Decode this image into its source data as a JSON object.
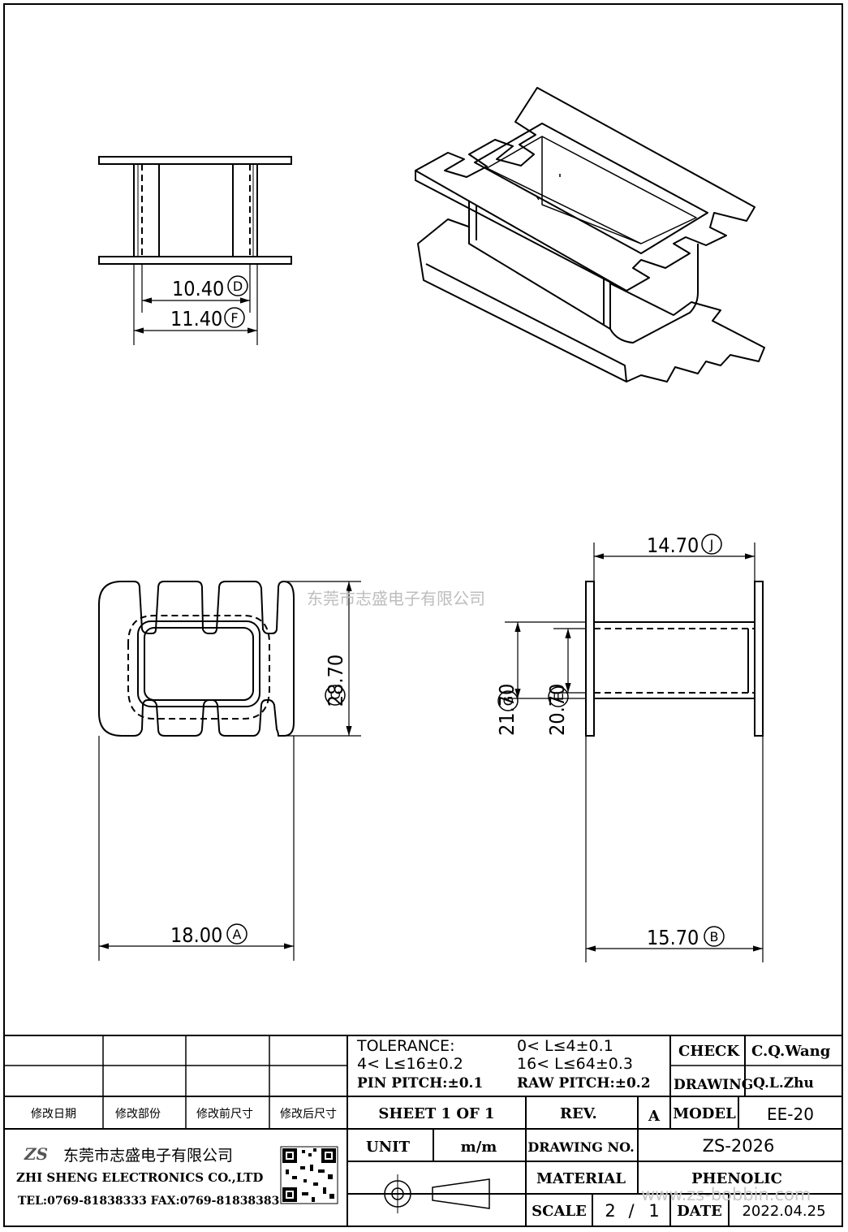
{
  "drawing": {
    "dimensions": {
      "top_inner": {
        "value": "10.40",
        "label": "D"
      },
      "top_outer": {
        "value": "11.40",
        "label": "F"
      },
      "bottom_height": {
        "value": "28.70",
        "label": "C"
      },
      "bottom_width": {
        "value": "18.00",
        "label": "A"
      },
      "side_top": {
        "value": "14.70",
        "label": "J"
      },
      "side_outer_h": {
        "value": "21.70",
        "label": "G"
      },
      "side_inner_h": {
        "value": "20.70",
        "label": "E"
      },
      "side_bottom": {
        "value": "15.70",
        "label": "B"
      }
    },
    "watermark": "东莞市志盛电子有限公司",
    "watermark_url": "www.zs-bobbin.com"
  },
  "title_block": {
    "revision_headers": [
      "修改日期",
      "修改部份",
      "修改前尺寸",
      "修改后尺寸"
    ],
    "tolerance": {
      "label": "TOLERANCE:",
      "t1": "0< L≤4±0.1",
      "t2": "4< L≤16±0.2",
      "t3": "16< L≤64±0.3",
      "pin": "PIN PITCH:±0.1",
      "raw": "RAW PITCH:±0.2"
    },
    "check_label": "CHECK",
    "check_value": "C.Q.Wang",
    "drawing_label": "DRAWING",
    "drawing_value": "Q.L.Zhu",
    "sheet": "SHEET 1 OF 1",
    "rev_label": "REV.",
    "rev_value": "A",
    "model_label": "MODEL",
    "model_value": "EE-20",
    "unit_label": "UNIT",
    "unit_value": "m/m",
    "drawing_no_label": "DRAWING NO.",
    "drawing_no_value": "ZS-2026",
    "material_label": "MATERIAL",
    "material_value": "PHENOLIC",
    "scale_label": "SCALE",
    "scale_a": "2",
    "scale_sep": "/",
    "scale_b": "1",
    "date_label": "DATE",
    "date_value": "2022.04.25",
    "company_cn": "东莞市志盛电子有限公司",
    "company_en": "ZHI SHENG ELECTRONICS CO.,LTD",
    "contact": "TEL:0769-81838333 FAX:0769-81838383",
    "logo_text": "ZS"
  }
}
